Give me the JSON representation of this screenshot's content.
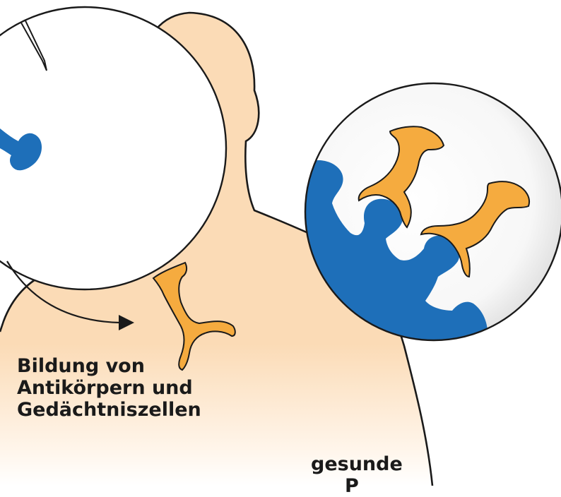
{
  "colors": {
    "skin": "#fbdbb6",
    "outline": "#1a1a1a",
    "virus_blue": "#1e6fb9",
    "antibody_orange": "#f5ab3f",
    "zoom_bg": "#ececec"
  },
  "labels": {
    "antibodies_line1": "Bildung von",
    "antibodies_line2": "Antikörpern und",
    "antibodies_line3": "Gedächtniszellen",
    "healthy_line1": "gesunde",
    "healthy_line2": "P"
  }
}
